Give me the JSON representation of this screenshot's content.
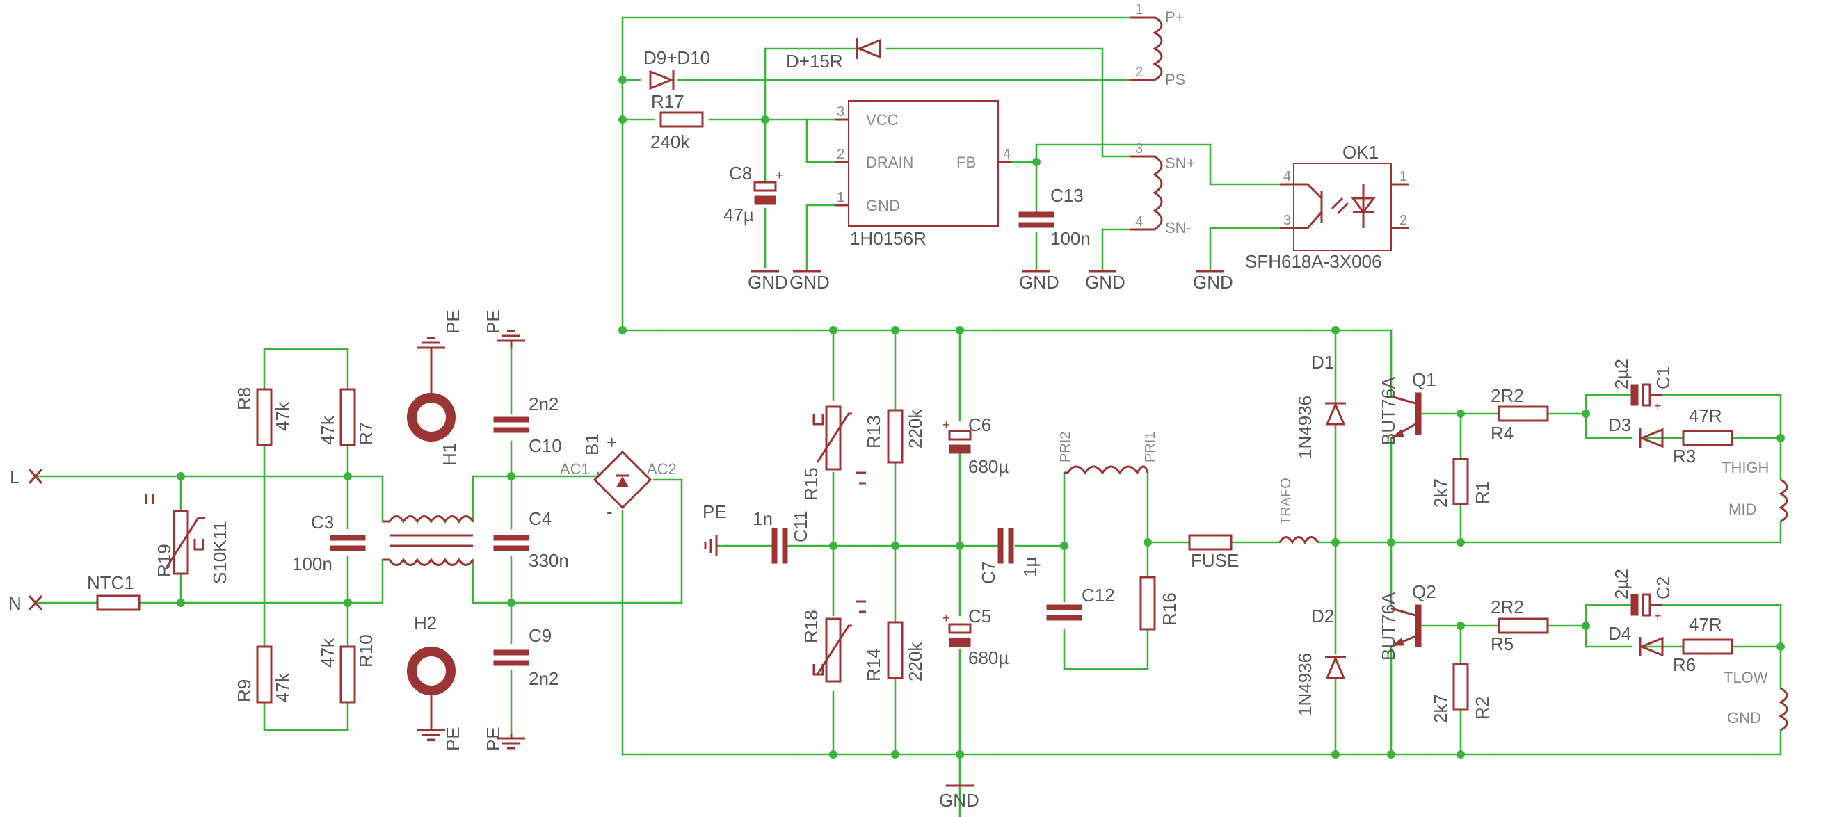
{
  "colors": {
    "wire": "#3cb43c",
    "part": "#9c3434",
    "text": "#555555",
    "pin": "#888888",
    "background": "#ffffff"
  },
  "terminals": {
    "line": "L",
    "neutral": "N"
  },
  "parts": {
    "R8": {
      "name": "R8",
      "value": "47k"
    },
    "R7": {
      "name": "R7",
      "value": "47k"
    },
    "R9": {
      "name": "R9",
      "value": "47k"
    },
    "R10": {
      "name": "R10",
      "value": "47k"
    },
    "R19": {
      "name": "R19",
      "value": "S10K11"
    },
    "NTC1": {
      "name": "NTC1"
    },
    "C3": {
      "name": "C3",
      "value": "100n"
    },
    "C4": {
      "name": "C4",
      "value": "330n"
    },
    "C10": {
      "name": "C10",
      "value": "2n2"
    },
    "C9": {
      "name": "C9",
      "value": "2n2"
    },
    "H1": {
      "name": "H1"
    },
    "H2": {
      "name": "H2"
    },
    "B1": {
      "name": "B1",
      "ac1": "AC1",
      "ac2": "AC2"
    },
    "R17": {
      "name": "R17",
      "value": "240k"
    },
    "C8": {
      "name": "C8",
      "value": "47µ"
    },
    "IC": {
      "name": "1H0156R",
      "pins": [
        "VCC",
        "DRAIN",
        "GND",
        "FB"
      ]
    },
    "C13": {
      "name": "C13",
      "value": "100n"
    },
    "D9": {
      "name": "D9+D10"
    },
    "D15": {
      "name": "D+15R"
    },
    "OK1": {
      "name": "OK1",
      "value": "SFH618A-3X006"
    },
    "C11": {
      "name": "C11",
      "value": "1n"
    },
    "R15": {
      "name": "R15"
    },
    "R18": {
      "name": "R18"
    },
    "R13": {
      "name": "R13",
      "value": "220k"
    },
    "R14": {
      "name": "R14",
      "value": "220k"
    },
    "C6": {
      "name": "C6",
      "value": "680µ"
    },
    "C5": {
      "name": "C5",
      "value": "680µ"
    },
    "C7": {
      "name": "C7",
      "value": "1µ"
    },
    "C12": {
      "name": "C12"
    },
    "R16": {
      "name": "R16"
    },
    "FUSE": {
      "name": "FUSE"
    },
    "TRAFO": {
      "name": "TRAFO",
      "pri1": "PRI1",
      "pri2": "PRI2"
    },
    "D1": {
      "name": "D1",
      "value": "1N4936"
    },
    "D2": {
      "name": "D2",
      "value": "1N4936"
    },
    "Q1": {
      "name": "Q1",
      "value": "BUT76A"
    },
    "Q2": {
      "name": "Q2",
      "value": "BUT76A"
    },
    "R1": {
      "name": "R1",
      "value": "2k7"
    },
    "R2": {
      "name": "R2",
      "value": "2k7"
    },
    "R4": {
      "name": "R4",
      "value": "2R2"
    },
    "R5": {
      "name": "R5",
      "value": "2R2"
    },
    "R3": {
      "name": "R3",
      "value": "47R"
    },
    "R6": {
      "name": "R6",
      "value": "47R"
    },
    "C1": {
      "name": "C1",
      "value": "2µ2"
    },
    "C2": {
      "name": "C2",
      "value": "2µ2"
    },
    "D3": {
      "name": "D3"
    },
    "D4": {
      "name": "D4"
    }
  },
  "nets": {
    "gnd": "GND",
    "pe": "PE",
    "plus": "+",
    "minus": "-"
  },
  "trafo_pins": {
    "p_plus": "P+",
    "ps": "PS",
    "sn_plus": "SN+",
    "sn_minus": "SN-",
    "thigh": "THIGH",
    "mid": "MID",
    "tlow": "TLOW",
    "gnd": "GND"
  }
}
